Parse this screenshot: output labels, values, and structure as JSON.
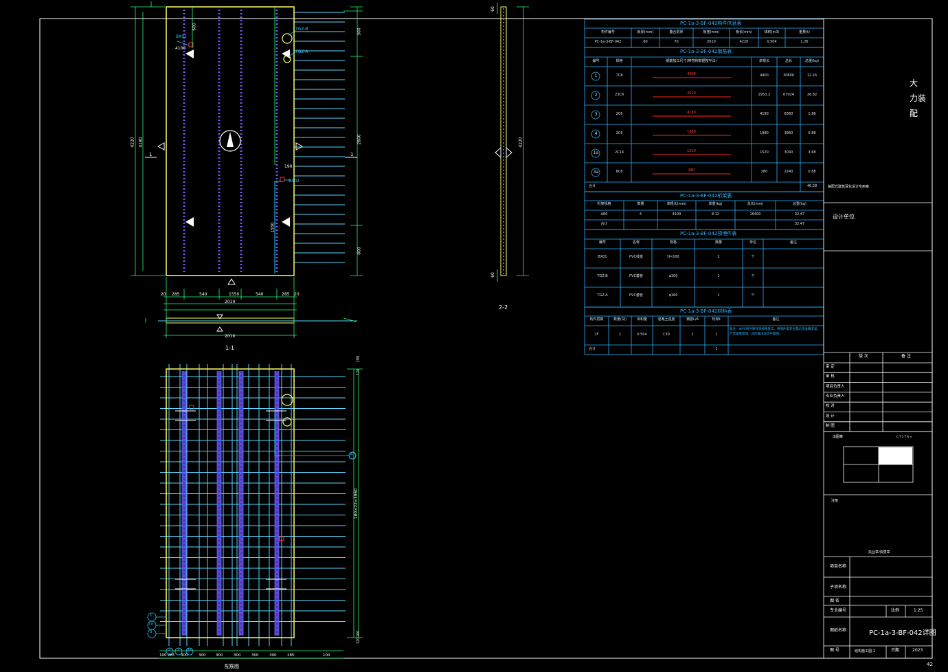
{
  "drawing": {
    "vertical_title": [
      "大",
      "力装",
      "配"
    ],
    "title_block_note": "装配式建筑深化设计专用章",
    "design_unit_label": "设计单位",
    "revision_header": [
      "版 次",
      "备 注"
    ],
    "signature_rows": [
      "审 定",
      "审 核",
      "项目负责人",
      "专业负责人",
      "校 对",
      "设 计",
      "制 图"
    ],
    "stamp_label": "出图章",
    "stamp_note": "C T 1 T R ≡",
    "seal_label": "注册",
    "seal_note": "执业章/资质章",
    "project_rows": [
      "项目名称",
      "子项名称",
      "图 名"
    ],
    "scale_row": {
      "label": "专业编号",
      "ratio_label": "比例",
      "ratio": "1:25"
    },
    "drawing_no_label": "图纸名称",
    "drawing_name": "PC-1a-3-BF-042详图",
    "footer": {
      "label": "图 号",
      "number": "结构施工图-1",
      "date_label": "日期",
      "date": "2023"
    },
    "page_number": "42"
  },
  "views": {
    "plan_label": "",
    "section_11": "1-1",
    "section_22": "2-2",
    "rebar_view_label": "配筋图",
    "section_marker_1": "1",
    "dims_plan_bottom": [
      "20",
      "285",
      "540",
      "1550",
      "540",
      "285",
      "20"
    ],
    "dim_total_width": "2010",
    "dims_plan_right": [
      "300",
      "2800",
      "800"
    ],
    "dims_plan_left": [
      "4220",
      "4180"
    ],
    "dim_top": "600",
    "dim_hole": "1550",
    "dim_190": "190",
    "dim_4100": "4100",
    "dims_22": [
      "60",
      "4220",
      "60"
    ],
    "dims_rebar_bottom": [
      "100",
      "285",
      "300",
      "300",
      "300",
      "300",
      "300",
      "300",
      "285",
      "100"
    ],
    "dim_rebar_right": "180×22=3960",
    "dims_rebar_right_small": [
      "100",
      "120",
      "100",
      "120"
    ],
    "callouts": {
      "b001": "BX01",
      "tgz_a": "TGZ-A",
      "tgz_b": "TGZ-B",
      "b002": "BX02"
    },
    "rebar_callouts": [
      "1",
      "1a",
      "3",
      "4",
      "2",
      "3a"
    ]
  },
  "tables": {
    "info": {
      "title": "PC-1a-3-BF-042构件信息表",
      "headers": [
        "构件编号",
        "板厚(mm)",
        "叠合层厚",
        "板宽(mm)",
        "板长(mm)",
        "体积(m3)",
        "重量(t)"
      ],
      "row": [
        "PC-1a-3-BF-042",
        "60",
        "70",
        "2010",
        "4220",
        "0.504",
        "1.26"
      ]
    },
    "rebar": {
      "title": "PC-1a-3-BF-042钢筋表",
      "headers": [
        "编号",
        "规格",
        "钢筋加工尺寸(带弯钩数据按平法)",
        "单根长",
        "总长",
        "总重(kg)"
      ],
      "rows": [
        {
          "id": "1",
          "spec": "7C8",
          "shape": "4400",
          "len": "4400",
          "total": "30800",
          "weight": "12.16"
        },
        {
          "id": "2",
          "spec": "23C8",
          "shape": "2010",
          "len": "2953.2",
          "total": "67924",
          "weight": "26.82"
        },
        {
          "id": "3",
          "spec": "2C6",
          "shape": "4180",
          "len": "4180",
          "total": "8360",
          "weight": "1.86"
        },
        {
          "id": "4",
          "spec": "2C6",
          "shape": "1980",
          "len": "1980",
          "total": "3960",
          "weight": "0.88"
        },
        {
          "id": "1a",
          "spec": "2C14",
          "shape": "1520",
          "len": "1520",
          "total": "3040",
          "weight": "3.68"
        },
        {
          "id": "3a",
          "spec": "8C8",
          "shape": "280",
          "len": "280",
          "total": "2240",
          "weight": "0.88"
        }
      ],
      "total_label": "合计",
      "total_value": "46.28"
    },
    "truss": {
      "title": "PC-1a-3-BF-042桁架表",
      "headers": [
        "桁架规格",
        "数量",
        "单根长(mm)",
        "单重(kg)",
        "总长(mm)",
        "总重(kg)"
      ],
      "row": [
        "A80",
        "4",
        "4100",
        "8.12",
        "16400",
        "32.47"
      ],
      "total": [
        "合计",
        "32.47"
      ]
    },
    "parts": {
      "title": "PC-1a-3-BF-042预埋件表",
      "headers": [
        "编号",
        "名称",
        "规格",
        "数量",
        "单位",
        "备注"
      ],
      "rows": [
        [
          "BX01",
          "PVC线盒",
          "H=100",
          "2",
          "个",
          ""
        ],
        [
          "TGZ-B",
          "PVC套管",
          "φ100",
          "1",
          "个",
          ""
        ],
        [
          "TGZ-A",
          "PVC套管",
          "φ160",
          "1",
          "个",
          ""
        ]
      ]
    },
    "concrete": {
      "title": "PC-1a-3-BF-042材料表",
      "headers": [
        "构件层数",
        "数量(块)",
        "体积量",
        "混凝土强度",
        "钢筋L/A",
        "桁架L",
        "备注"
      ],
      "row": [
        "2F",
        "1",
        "0.504",
        "C30",
        "1",
        "1"
      ],
      "note": "备注：本PC构件制作须按图施工，预埋件安装位置必须准确无误，严禁漏埋错埋，具体做法详见平面图。",
      "total_label": "合计",
      "total_value": "1"
    }
  },
  "colors": {
    "bg": "#000000",
    "frame": "#ffffff",
    "panel": "#ffff66",
    "cyan": "#29c8ff",
    "rebar_h": "#5ad8ff",
    "truss": "#5a4ad8",
    "dim": "#29ff6a",
    "red": "#ff2222",
    "table": "#2ab4ff"
  }
}
